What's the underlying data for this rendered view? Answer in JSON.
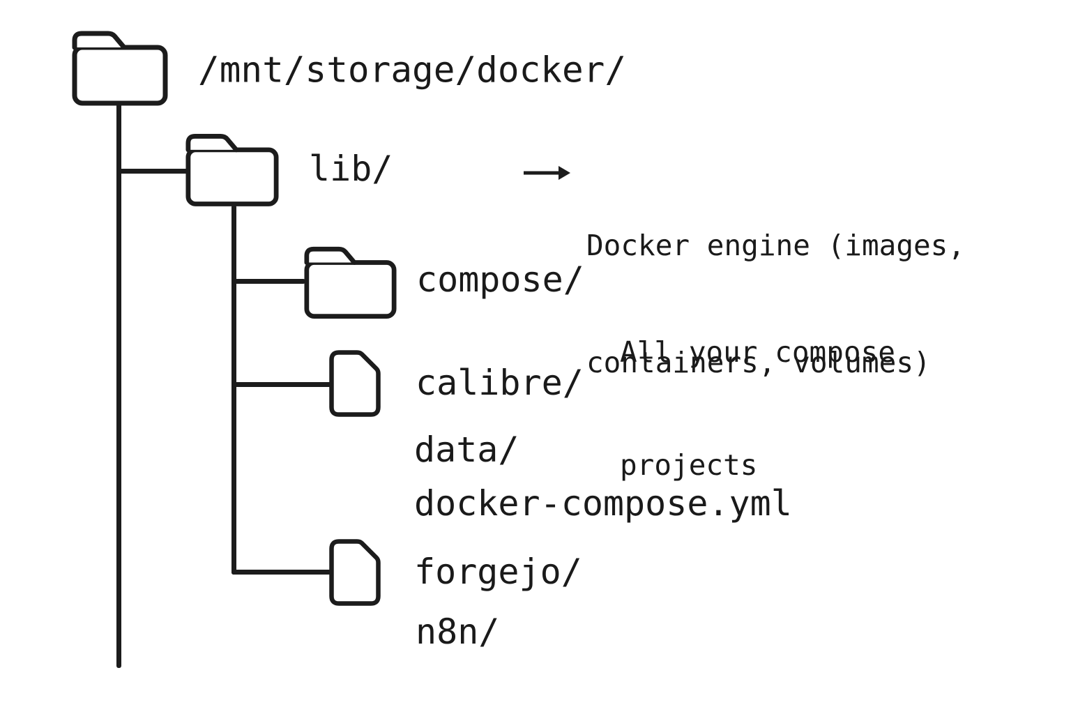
{
  "diagram": {
    "background": "#ffffff",
    "stroke_color": "#1c1c1c",
    "text_color": "#1a1a1a",
    "root": {
      "label": "/mnt/storage/docker/",
      "icon": "folder-icon"
    },
    "lib": {
      "label": "lib/",
      "icon": "folder-icon"
    },
    "lib_annotation": {
      "line1": "Docker engine (images,",
      "line2": "containers, volumes)",
      "arrow_icon": "arrow-right-icon"
    },
    "compose": {
      "label": "compose/",
      "icon": "folder-icon"
    },
    "compose_annotation": {
      "line1": "All your compose",
      "line2": "projects"
    },
    "calibre": {
      "label": "calibre/",
      "icon": "file-icon"
    },
    "data_dir": {
      "label": "data/"
    },
    "compose_yml": {
      "label": "docker-compose.yml"
    },
    "forgejo": {
      "label": "forgejo/",
      "icon": "file-icon"
    },
    "n8n": {
      "label": "n8n/"
    }
  }
}
